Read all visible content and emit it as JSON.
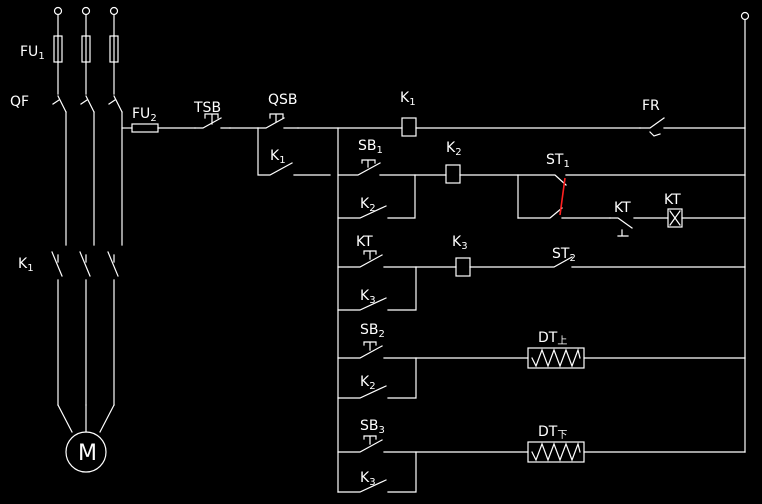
{
  "colors": {
    "background": "#000000",
    "wire": "#ffffff",
    "mechanical_link": "#ff2020"
  },
  "labels": {
    "fu1": {
      "main": "FU",
      "sub": "1"
    },
    "qf": {
      "main": "QF"
    },
    "fu2": {
      "main": "FU",
      "sub": "2"
    },
    "k1_main": {
      "main": "K",
      "sub": "1"
    },
    "motor": {
      "main": "M"
    },
    "tsb": {
      "main": "TSB"
    },
    "qsb": {
      "main": "QSB"
    },
    "k1_hold": {
      "main": "K",
      "sub": "1"
    },
    "k1_coil": {
      "main": "K",
      "sub": "1"
    },
    "fr": {
      "main": "FR"
    },
    "sb1": {
      "main": "SB",
      "sub": "1"
    },
    "k2_hold_1": {
      "main": "K",
      "sub": "2"
    },
    "k2_coil": {
      "main": "K",
      "sub": "2"
    },
    "st1": {
      "main": "ST",
      "sub": "1"
    },
    "kt_contact_right": {
      "main": "KT"
    },
    "kt_coil": {
      "main": "KT"
    },
    "kt_contact_left": {
      "main": "KT"
    },
    "k3_hold_1": {
      "main": "K",
      "sub": "3"
    },
    "k3_coil": {
      "main": "K",
      "sub": "3"
    },
    "st2": {
      "main": "ST",
      "sub": "2"
    },
    "sb2": {
      "main": "SB",
      "sub": "2"
    },
    "k2_hold_2": {
      "main": "K",
      "sub": "2"
    },
    "dt_up": {
      "main": "DT",
      "sub": "上"
    },
    "sb3": {
      "main": "SB",
      "sub": "3"
    },
    "k3_hold_2": {
      "main": "K",
      "sub": "3"
    },
    "dt_down": {
      "main": "DT",
      "sub": "下"
    }
  }
}
